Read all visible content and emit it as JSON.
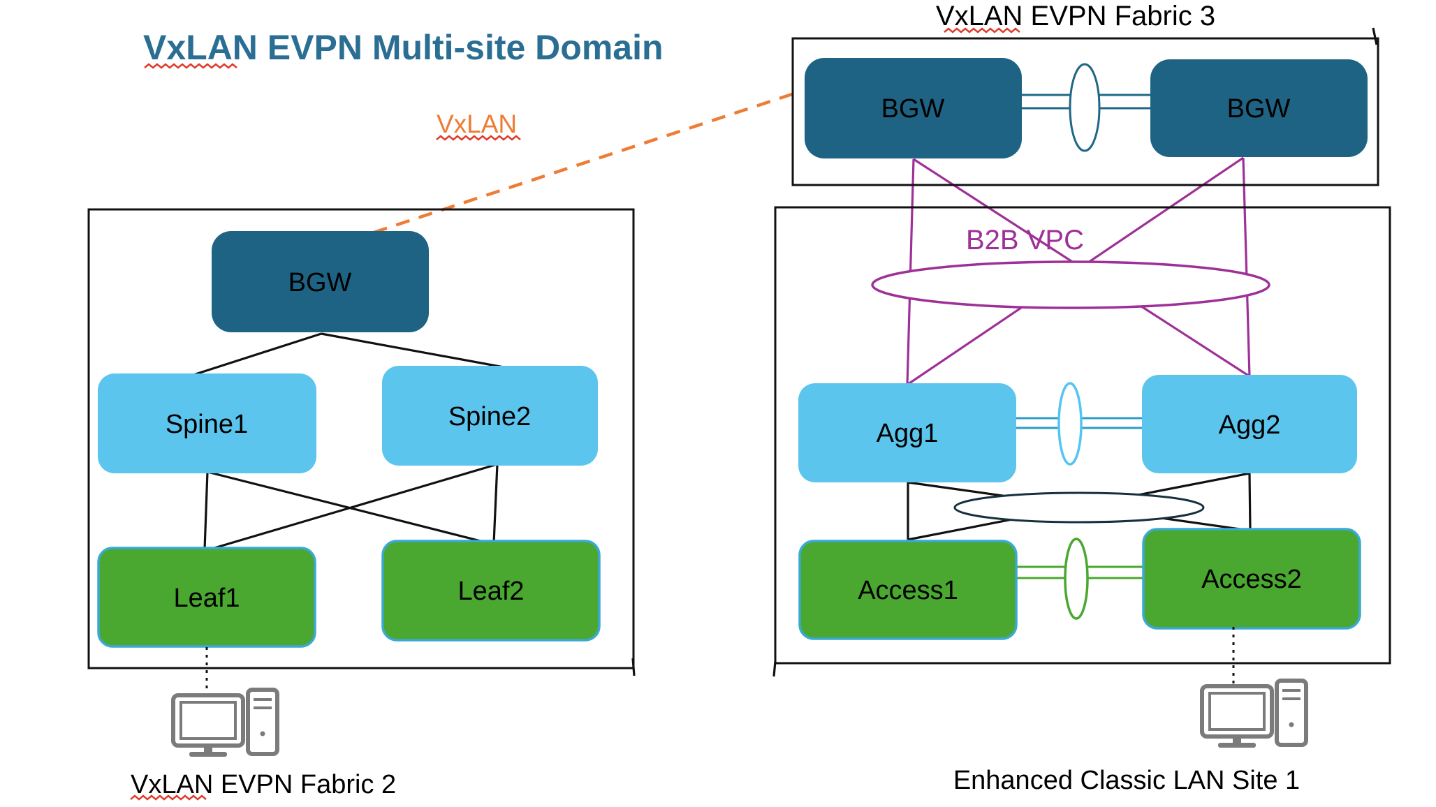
{
  "titles": {
    "main": "VxLAN EVPN Multi-site Domain",
    "vxlan_link": "VxLAN",
    "fabric3": "VxLAN EVPN Fabric 3",
    "fabric2": "VxLAN EVPN Fabric 2",
    "site1": "Enhanced Classic LAN Site 1",
    "b2b_vpc": "B2B VPC"
  },
  "nodes": {
    "fabric2_bgw": "BGW",
    "spine1": "Spine1",
    "spine2": "Spine2",
    "leaf1": "Leaf1",
    "leaf2": "Leaf2",
    "fabric3_bgw_left": "BGW",
    "fabric3_bgw_right": "BGW",
    "agg1": "Agg1",
    "agg2": "Agg2",
    "access1": "Access1",
    "access2": "Access2"
  },
  "colors": {
    "title_blue": "#2b6e93",
    "orange": "#ed7c34",
    "purple": "#9e3097",
    "dark_teal_node": "#1e6383",
    "light_blue_node": "#5bc5ee",
    "green_node": "#4aa72f",
    "green_node_border": "#3aa9d4",
    "fabric3_link_teal": "#1f6787",
    "agg_link_blue": "#2d9cc7",
    "agg_ellipse_blue": "#54c5f0",
    "access_link_green": "#4aa72f",
    "peerlink_navy": "#16303d",
    "spellcheck_red": "#e03a2a",
    "pc_icon_gray": "#7b7b7b",
    "outline_black": "#111111"
  }
}
